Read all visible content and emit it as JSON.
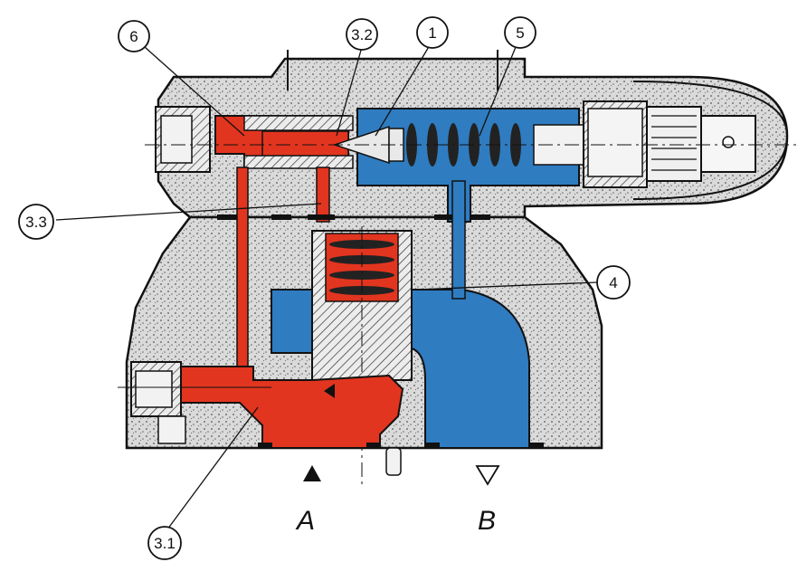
{
  "callouts": {
    "c6": "6",
    "c3_2": "3.2",
    "c1": "1",
    "c5": "5",
    "c3_3": "3.3",
    "c4": "4",
    "c3_1": "3.1"
  },
  "ports": {
    "a": "A",
    "b": "B"
  },
  "colors": {
    "pressure": "#e2351f",
    "tank": "#2f7cc0",
    "body": "#d2d2d2",
    "outline": "#111111"
  }
}
